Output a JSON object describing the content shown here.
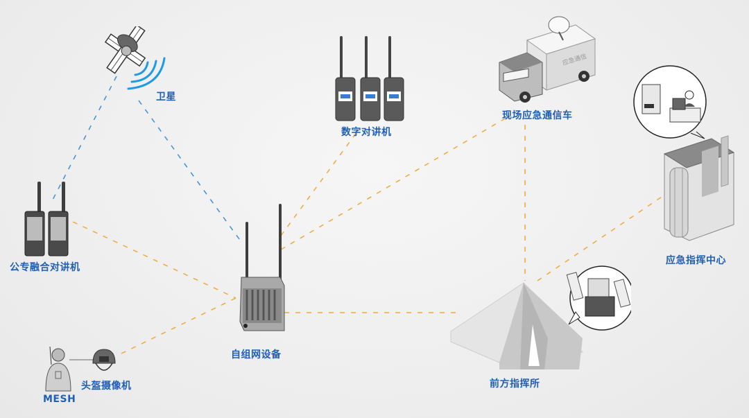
{
  "diagram": {
    "colors": {
      "label": "#1f5fb5",
      "link_orange": "#f0a83a",
      "link_blue": "#3a8fdc",
      "signal": "#1e9ae6"
    },
    "nodes": {
      "satellite": {
        "label": "卫星"
      },
      "digital_radio": {
        "label": "数字对讲机"
      },
      "comm_vehicle": {
        "label": "现场应急通信车",
        "truck_text": "应急通信"
      },
      "command_center": {
        "label": "应急指挥中心"
      },
      "hybrid_radio": {
        "label": "公专融合对讲机"
      },
      "adhoc_device": {
        "label": "自组网设备"
      },
      "helmet_camera": {
        "label": "头盔摄像机"
      },
      "mesh": {
        "label": "MESH"
      },
      "forward_post": {
        "label": "前方指挥所"
      }
    },
    "links": [
      {
        "from": "卫星",
        "to": "公专融合对讲机",
        "style": "blue-dashed"
      },
      {
        "from": "卫星",
        "to": "自组网设备",
        "style": "blue-dashed"
      },
      {
        "from": "自组网设备",
        "to": "数字对讲机",
        "style": "orange-dashed"
      },
      {
        "from": "自组网设备",
        "to": "现场应急通信车",
        "style": "orange-dashed"
      },
      {
        "from": "自组网设备",
        "to": "公专融合对讲机",
        "style": "orange-dashed"
      },
      {
        "from": "自组网设备",
        "to": "头盔摄像机",
        "style": "orange-dashed"
      },
      {
        "from": "自组网设备",
        "to": "前方指挥所",
        "style": "orange-dashed"
      },
      {
        "from": "现场应急通信车",
        "to": "前方指挥所",
        "style": "orange-dashed"
      },
      {
        "from": "前方指挥所",
        "to": "应急指挥中心",
        "style": "orange-dashed"
      }
    ]
  }
}
